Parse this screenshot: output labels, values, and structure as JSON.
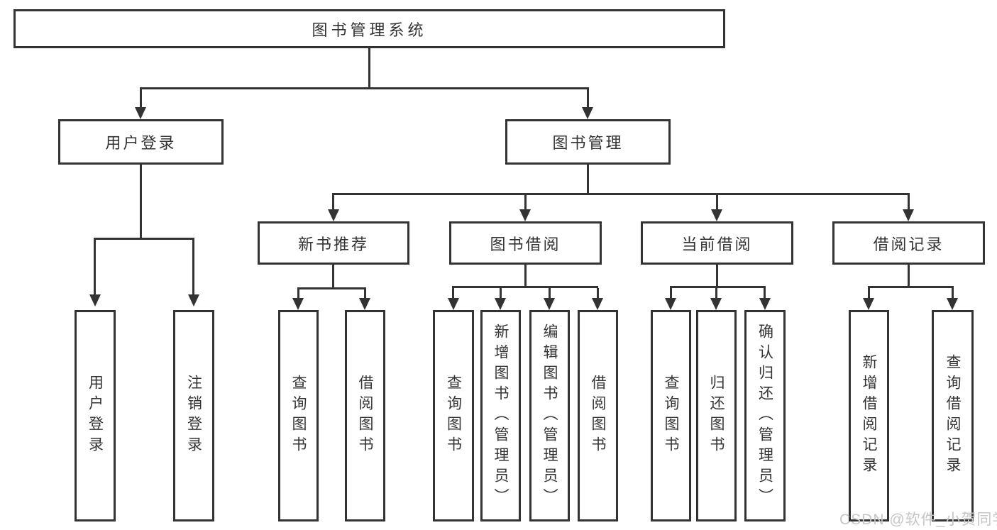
{
  "diagram": {
    "root": {
      "label": "图书管理系统"
    },
    "branches": [
      {
        "label": "用户登录",
        "children": [
          {
            "label": "用户登录"
          },
          {
            "label": "注销登录"
          }
        ]
      },
      {
        "label": "图书管理",
        "children": [
          {
            "label": "新书推荐",
            "children": [
              {
                "label": "查询图书"
              },
              {
                "label": "借阅图书"
              }
            ]
          },
          {
            "label": "图书借阅",
            "children": [
              {
                "label": "查询图书"
              },
              {
                "label": "新增图书（管理员）"
              },
              {
                "label": "编辑图书（管理员）"
              },
              {
                "label": "借阅图书"
              }
            ]
          },
          {
            "label": "当前借阅",
            "children": [
              {
                "label": "查询图书"
              },
              {
                "label": "归还图书"
              },
              {
                "label": "确认归还（管理员）"
              }
            ]
          },
          {
            "label": "借阅记录",
            "children": [
              {
                "label": "新增借阅记录"
              },
              {
                "label": "查询借阅记录"
              }
            ]
          }
        ]
      }
    ]
  },
  "watermark": {
    "text": "CSDN @软件_小贺同学"
  },
  "colors": {
    "line": "#333333",
    "text": "#333333",
    "background": "#ffffff",
    "watermark": "#c8c5c8"
  }
}
